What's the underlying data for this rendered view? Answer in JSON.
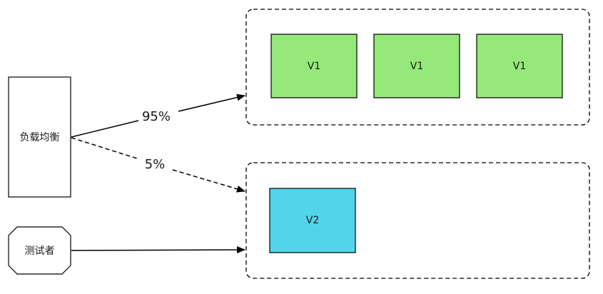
{
  "nodes": {
    "load_balancer": "负载均衡",
    "tester": "测试者",
    "v1_a": "V1",
    "v1_b": "V1",
    "v1_c": "V1",
    "v2": "V2"
  },
  "edges": {
    "to_v1_weight": "95%",
    "to_v2_weight": "5%"
  },
  "colors": {
    "v1_fill": "#95e87a",
    "v2_fill": "#52d5ea",
    "stroke": "#000000"
  }
}
